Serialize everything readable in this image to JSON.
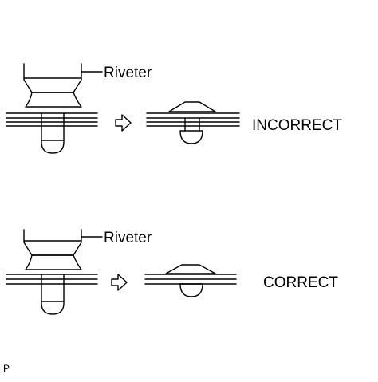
{
  "diagram": {
    "rows": [
      {
        "tool_label": "Riveter",
        "result_label": "INCORRECT"
      },
      {
        "tool_label": "Riveter",
        "result_label": "CORRECT"
      }
    ],
    "figure_code": "P"
  }
}
